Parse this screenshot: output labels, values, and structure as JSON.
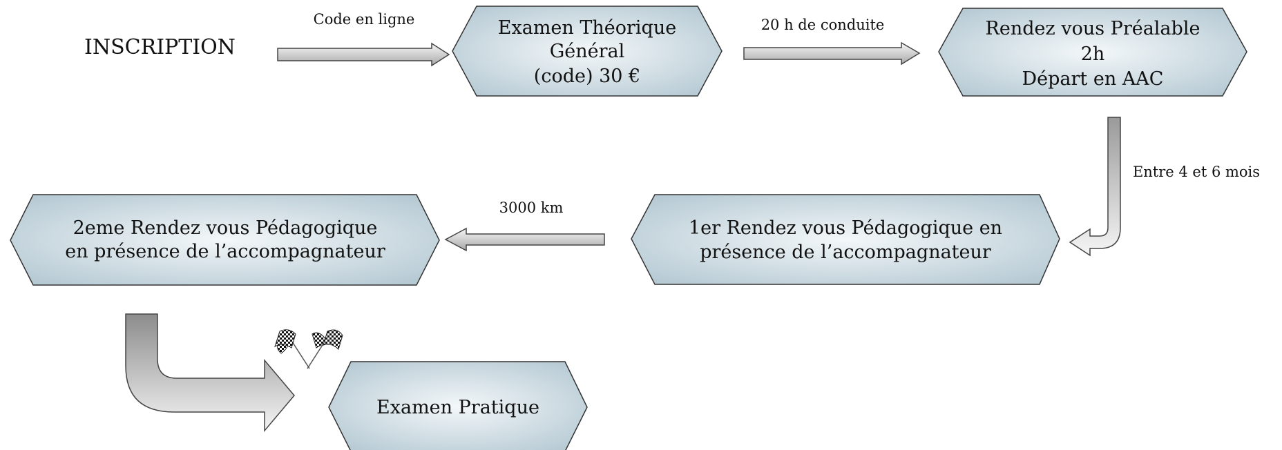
{
  "start": {
    "label": "INSCRIPTION"
  },
  "nodes": {
    "code": {
      "lines": [
        "Examen Théorique",
        "Général",
        "(code) 30 €"
      ]
    },
    "rdv": {
      "lines": [
        "Rendez vous Préalable",
        "2h",
        "Départ en AAC"
      ]
    },
    "ped1": {
      "lines": [
        "1er Rendez vous Pédagogique en",
        "présence de l’accompagnateur"
      ]
    },
    "ped2": {
      "lines": [
        "2eme Rendez vous Pédagogique",
        "en présence de l’accompagnateur"
      ]
    },
    "pratique": {
      "lines": [
        "Examen Pratique"
      ]
    }
  },
  "edges": {
    "e1": {
      "label": "Code en ligne"
    },
    "e2": {
      "label": "20 h de conduite"
    },
    "e3": {
      "label": "Entre 4 et 6 mois"
    },
    "e4": {
      "label": "3000 km"
    }
  },
  "icons": {
    "finish": "checkered-flags-icon"
  },
  "colors": {
    "box_fill_center": "#f2f6f8",
    "box_fill_edge": "#b7cbd5",
    "stroke": "#333333",
    "arrow_light": "#f5f5f5",
    "arrow_dark": "#9e9e9e"
  }
}
